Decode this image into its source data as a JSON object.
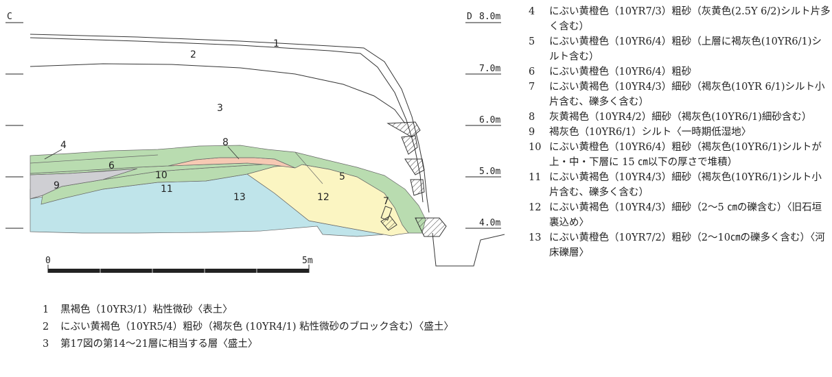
{
  "section": {
    "left_label": "C",
    "right_label": "D",
    "elevations": [
      "8.0m",
      "7.0m",
      "6.0m",
      "5.0m",
      "4.0m"
    ],
    "scale_start": "0",
    "scale_end": "5m",
    "layer_labels": [
      "1",
      "2",
      "3",
      "4",
      "5",
      "6",
      "7",
      "8",
      "9",
      "10",
      "11",
      "12",
      "13"
    ],
    "colors": {
      "green": "#b9dcb0",
      "blue": "#bfe4ea",
      "yellow": "#fbf5c2",
      "pink": "#f6c9b3",
      "gray": "#cfcfd3"
    }
  },
  "legend_bottom": [
    {
      "num": "1",
      "text": "黒褐色（10YR3/1）粘性微砂〈表土〉"
    },
    {
      "num": "2",
      "text": "にぶい黄褐色（10YR5/4）粗砂（褐灰色 (10YR4/1) 粘性微砂のブロック含む）〈盛土〉"
    },
    {
      "num": "3",
      "text": "第17図の第14〜21層に相当する層〈盛土〉"
    }
  ],
  "legend_right": [
    {
      "num": "4",
      "text": "にぶい黄橙色（10YR7/3）粗砂（灰黄色(2.5Y 6/2)シルト片多く含む）"
    },
    {
      "num": "5",
      "text": "にぶい黄橙色（10YR6/4）粗砂（上層に褐灰色(10YR6/1)シルト含む）"
    },
    {
      "num": "6",
      "text": "にぶい黄橙色（10YR6/4）粗砂"
    },
    {
      "num": "7",
      "text": "にぶい黄褐色（10YR4/3）細砂（褐灰色(10YR 6/1)シルト小片含む、礫多く含む）"
    },
    {
      "num": "8",
      "text": "灰黄褐色（10YR4/2）細砂（褐灰色(10YR6/1)細砂含む）"
    },
    {
      "num": "9",
      "text": "褐灰色（10YR6/1）シルト〈一時期低湿地〉"
    },
    {
      "num": "10",
      "text": "にぶい黄橙色（10YR6/4）粗砂（褐灰色(10YR6/1)シルトが上・中・下層に 15 ㎝以下の厚さで堆積）"
    },
    {
      "num": "11",
      "text": "にぶい黄褐色（10YR4/3）細砂（褐灰色(10YR6/1)シルト小片含む、礫多く含む）"
    },
    {
      "num": "12",
      "text": "にぶい黄褐色（10YR4/3）細砂（2〜5 ㎝の礫含む）〈旧石垣裏込め〉"
    },
    {
      "num": "13",
      "text": "にぶい黄橙色（10YR7/2）粗砂（2〜10㎝の礫多く含む）〈河床礫層〉"
    }
  ]
}
